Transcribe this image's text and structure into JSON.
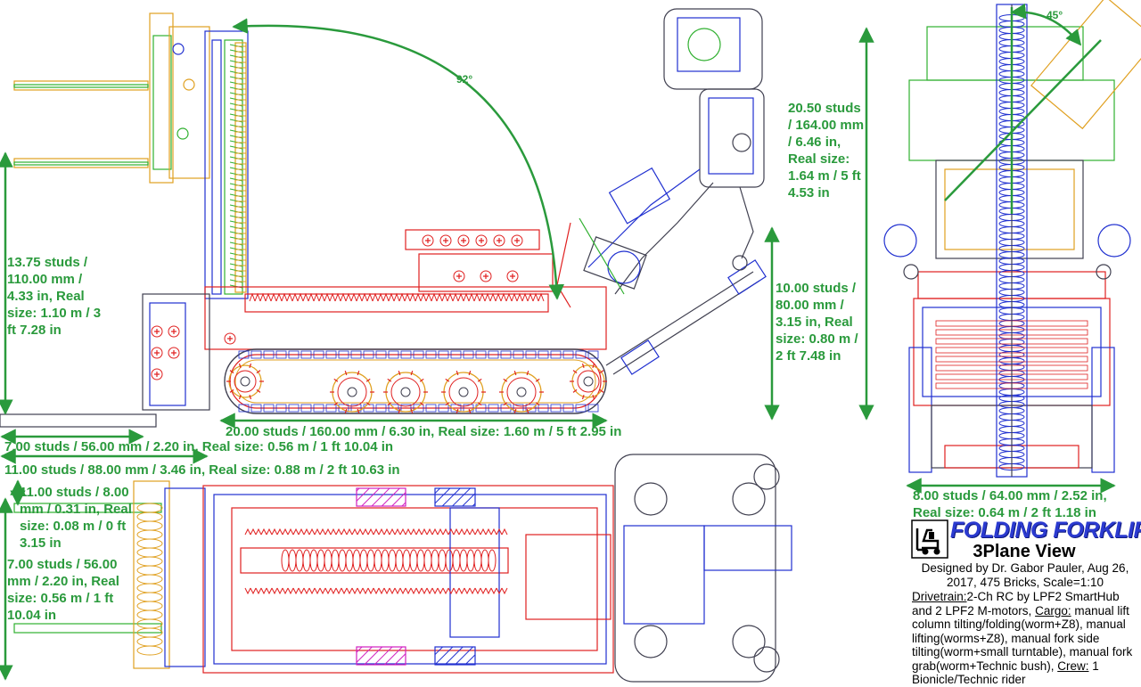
{
  "colors": {
    "dimension": "#2a9a3c",
    "title": "#2b3ad0",
    "red_parts": "#e02020",
    "blue_parts": "#2030d0",
    "green_parts": "#30b030",
    "orange_parts": "#e0a020",
    "gray_parts": "#404050",
    "magenta_parts": "#d020c0"
  },
  "dimensions": {
    "lift_height": "13.75 studs / 110.00 mm / 4.33 in, Real size: 1.10 m / 3 ft 7.28 in",
    "total_height": "20.50 studs / 164.00 mm / 6.46 in, Real size: 1.64 m / 5 ft 4.53 in",
    "body_height": "10.00 studs / 80.00 mm / 3.15 in, Real size: 0.80 m / 2 ft 7.48 in",
    "body_length": "20.00 studs / 160.00 mm / 6.30 in, Real size: 1.60 m / 5 ft 2.95 in",
    "fork_length": "7.00 studs / 56.00 mm / 2.20 in, Real size: 0.56 m / 1 ft 10.04 in",
    "overall_length": "11.00 studs / 88.00 mm / 3.46 in, Real size: 0.88 m / 2 ft 10.63 in",
    "fork_offset": "11.00 studs / 8.00 mm / 0.31 in, Real size: 0.08 m / 0 ft 3.15 in",
    "top_width": "7.00 studs / 56.00 mm / 2.20 in, Real size: 0.56 m / 1 ft 10.04 in",
    "front_width": "8.00 studs / 64.00 mm / 2.52 in, Real size: 0.64 m / 2 ft 1.18 in"
  },
  "angles": {
    "fold_angle": "92°",
    "tilt_angle": "45°"
  },
  "title_block": {
    "logo_text": "FOLDING FORKLIFT",
    "logo_icon": "forklift-icon",
    "subtitle": "3Plane View",
    "byline": "Designed by Dr. Gabor Pauler, Aug 26, 2017, 475 Bricks, Scale=1:10",
    "drivetrain_label": "Drivetrain:",
    "drivetrain_text": "2-Ch RC by LPF2 SmartHub and 2 LPF2 M-motors,",
    "cargo_label": "Cargo:",
    "cargo_text": "manual lift column tilting/folding(worm+Z8), manual lifting(worms+Z8), manual fork side tilting(worm+small turntable), manual fork grab(worm+Technic bush),",
    "crew_label": "Crew:",
    "crew_text": "1 Bionicle/Technic rider"
  }
}
